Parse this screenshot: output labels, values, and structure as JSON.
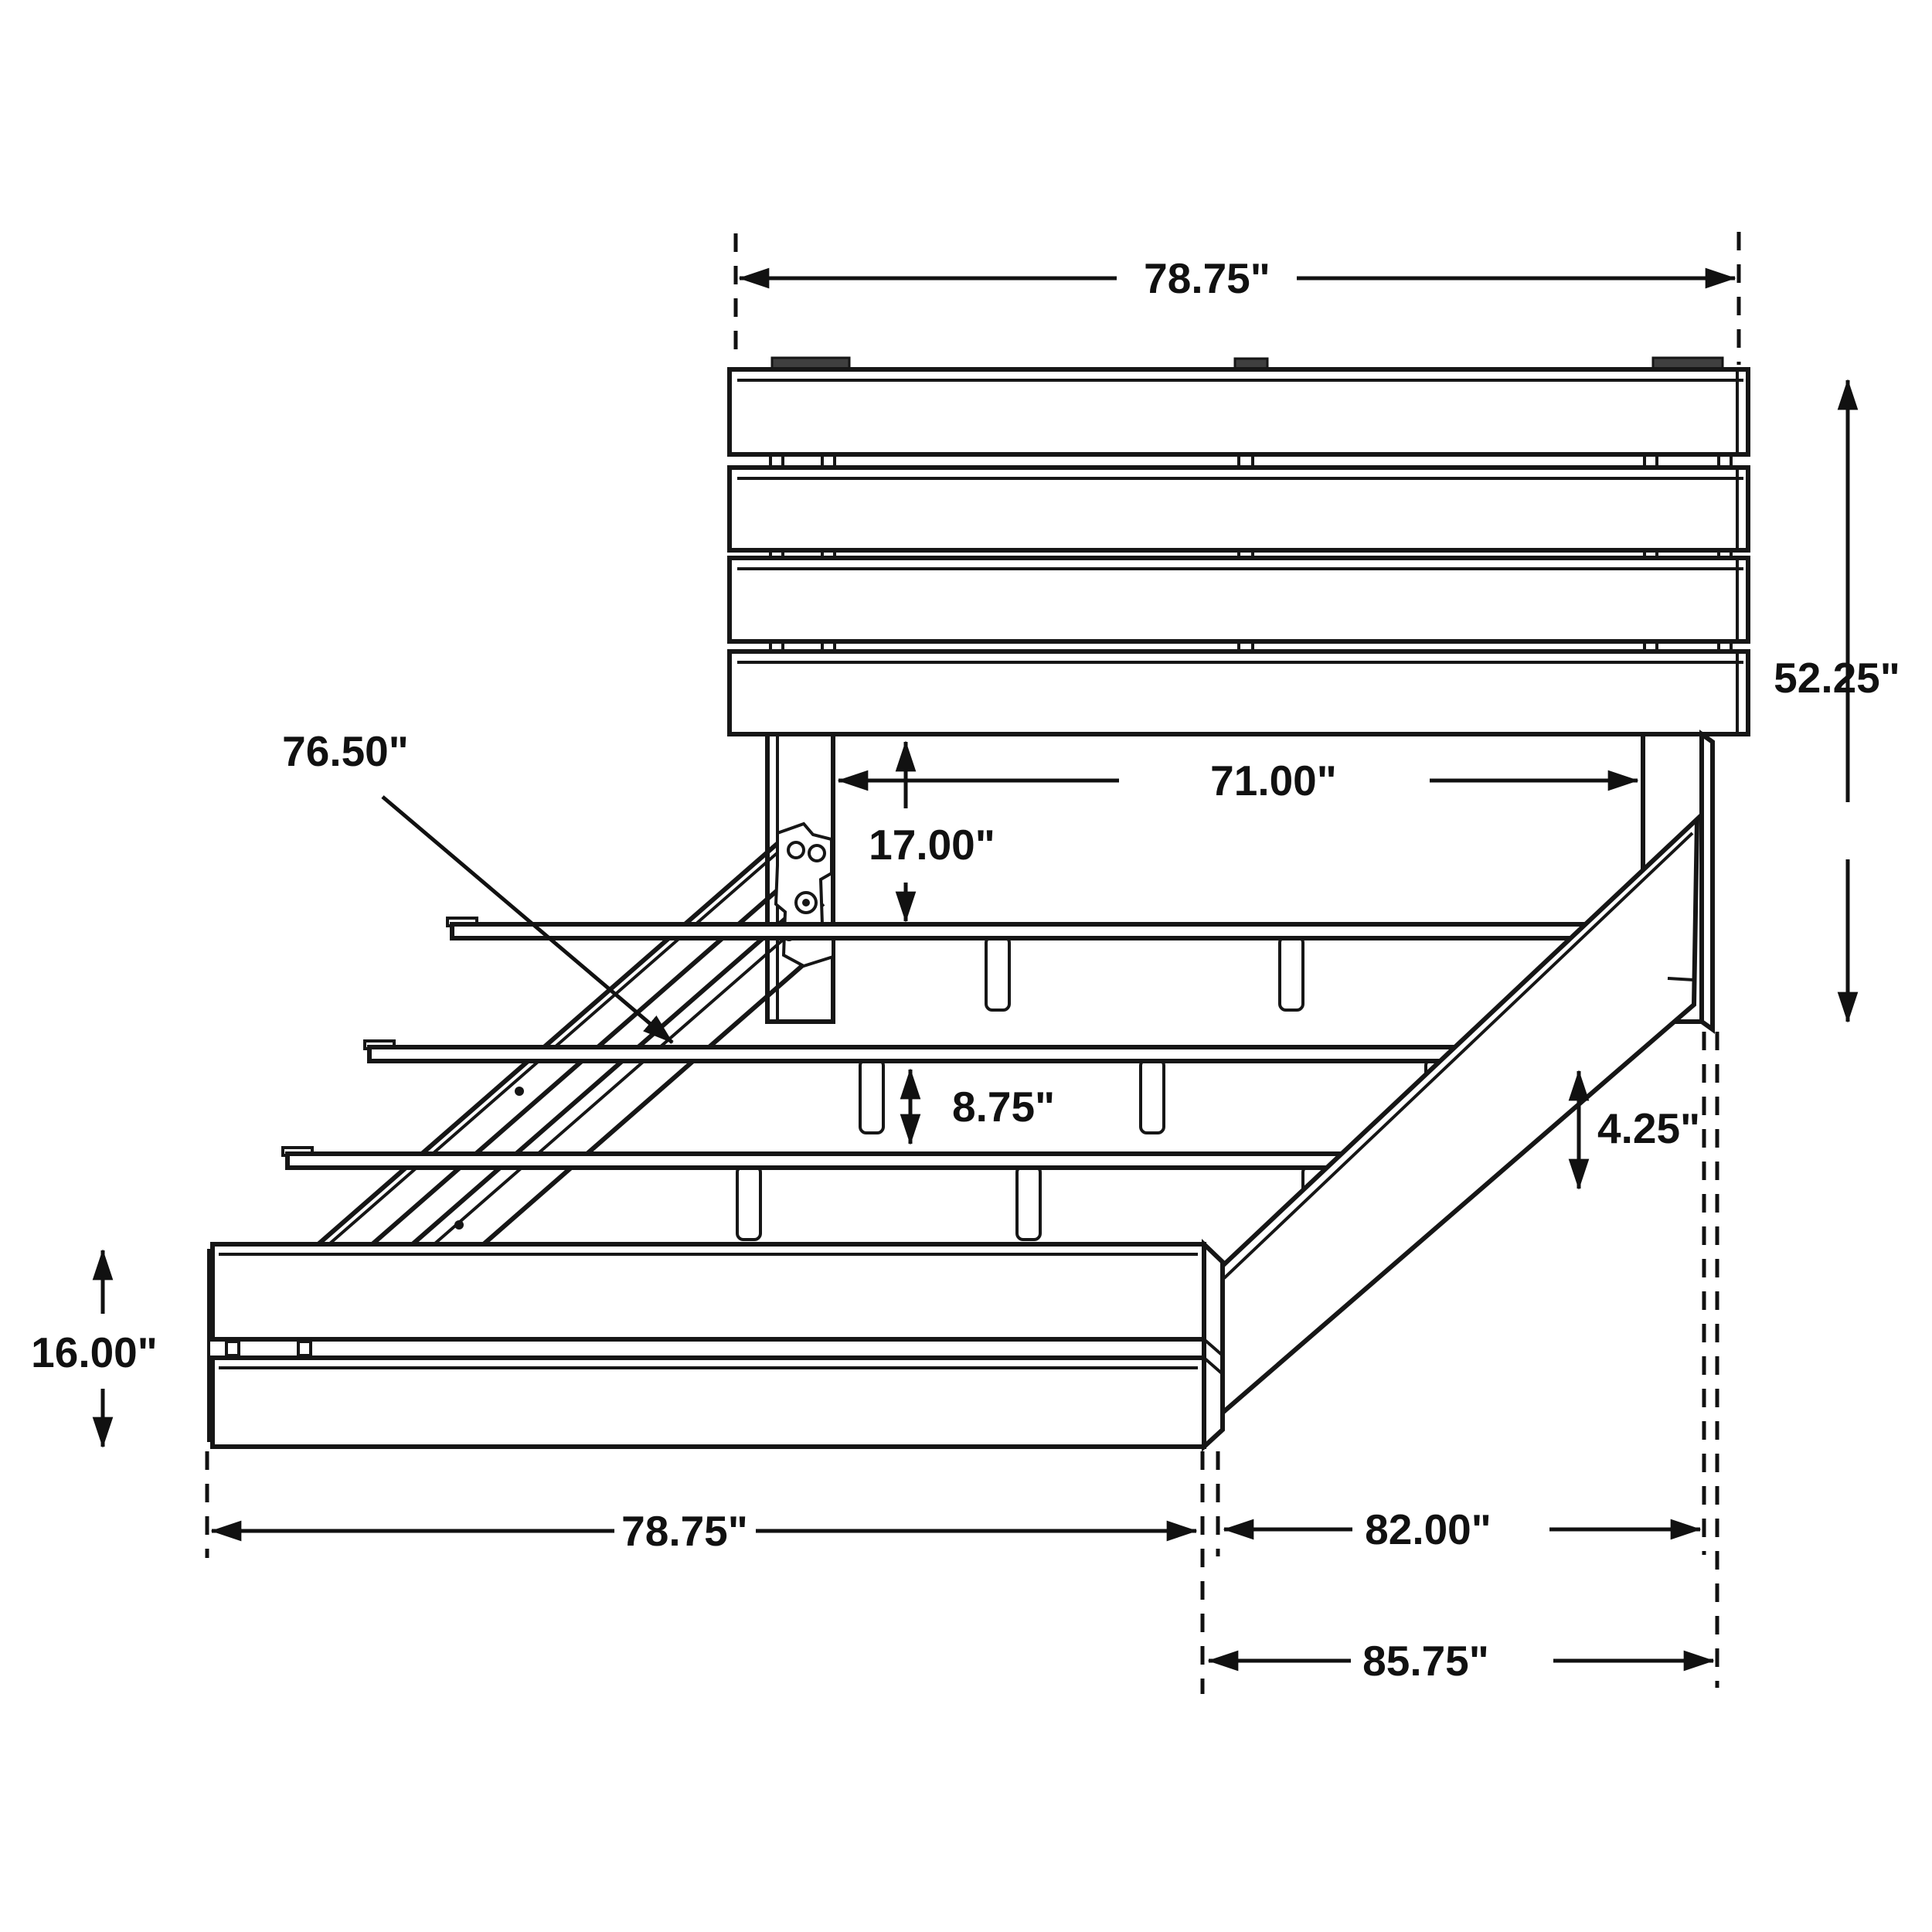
{
  "diagram": {
    "type": "furniture-dimension-drawing",
    "subject": "platform bed frame with slatted headboard and footboard",
    "line_color": "#161616",
    "background_color": "#ffffff",
    "dimensions": {
      "headboard_width": "78.75\"",
      "headboard_height": "52.25\"",
      "inner_width_between_legs": "71.00\"",
      "headboard_bottom_to_slat": "17.00\"",
      "support_rail_length": "76.50\"",
      "slat_support_height": "8.75\"",
      "side_rail_height": "4.25\"",
      "footboard_height": "16.00\"",
      "footboard_width": "78.75\"",
      "frame_length": "82.00\"",
      "overall_length": "85.75\""
    }
  }
}
